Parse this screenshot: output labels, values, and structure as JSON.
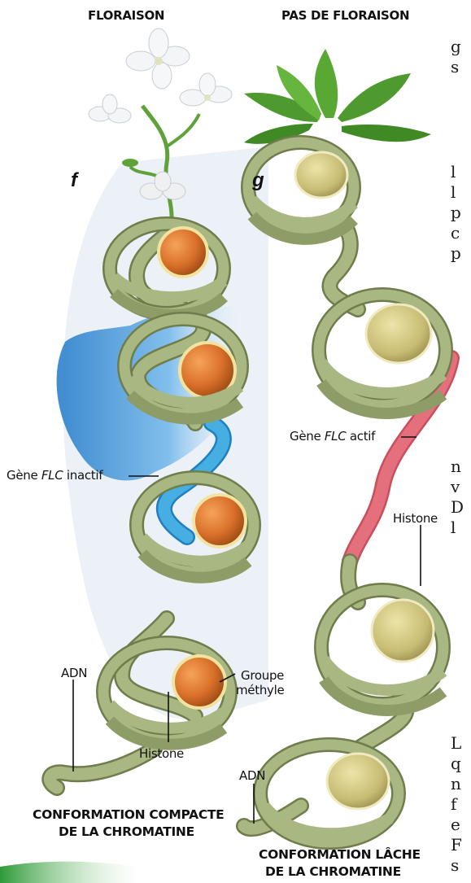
{
  "headers": {
    "left": "FLORAISON",
    "right": "PAS DE FLORAISON"
  },
  "panels": {
    "left": "f",
    "right": "g"
  },
  "labels": {
    "gene_inactive_prefix": "Gène ",
    "gene_inactive_italic": "FLC",
    "gene_inactive_suffix": " inactif",
    "gene_active_prefix": "Gène ",
    "gene_active_italic": "FLC",
    "gene_active_suffix": " actif",
    "histone_right": "Histone",
    "histone_left": "Histone",
    "adn_left": "ADN",
    "adn_right": "ADN",
    "methyl_line1": "Groupe",
    "methyl_line2": "méthyle"
  },
  "titles": {
    "compact_line1": "CONFORMATION COMPACTE",
    "compact_line2": "DE LA CHROMATINE",
    "loose_line1": "CONFORMATION LÂCHE",
    "loose_line2": "DE LA CHROMATINE"
  },
  "side_text_fragments": [
    "g",
    "s",
    "l",
    "l",
    "p",
    "c",
    "p",
    "n",
    "v",
    "D",
    "l",
    "L",
    "q",
    "n",
    "f",
    "e",
    "F",
    "s"
  ],
  "colors": {
    "dna": "#a9b882",
    "dna_dark": "#6f7d4c",
    "histone_methylated": "#d9782a",
    "histone_plain": "#c8bc74",
    "active_gene": "#e3707c",
    "inactive_gene": "#3fa7dc",
    "leaf": "#4e9a2e"
  }
}
